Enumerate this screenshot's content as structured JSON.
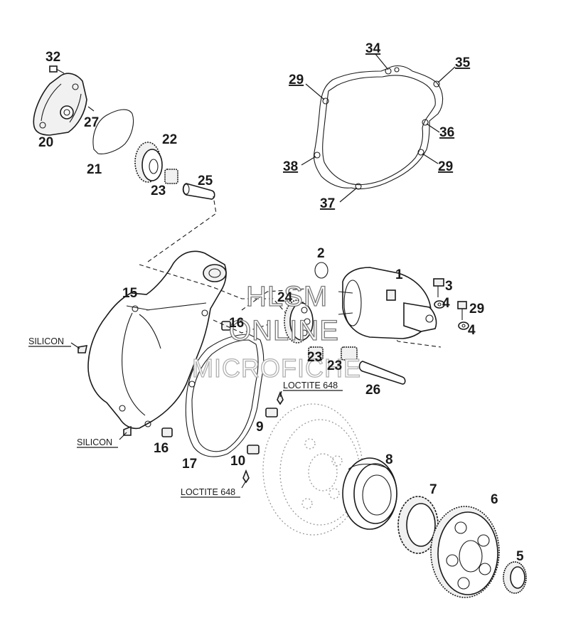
{
  "part_numbers": {
    "n1": "1",
    "n2": "2",
    "n3": "3",
    "n4a": "4",
    "n4b": "4",
    "n5": "5",
    "n6": "6",
    "n7": "7",
    "n8": "8",
    "n9": "9",
    "n10": "10",
    "n15": "15",
    "n16a": "16",
    "n16b": "16",
    "n17": "17",
    "n20": "20",
    "n21": "21",
    "n22": "22",
    "n23a": "23",
    "n23b": "23",
    "n23c": "23",
    "n24": "24",
    "n25": "25",
    "n26": "26",
    "n27": "27",
    "n29a": "29",
    "n29b": "29",
    "n29c": "29",
    "n32": "32",
    "n34": "34",
    "n35": "35",
    "n36": "36",
    "n37": "37",
    "n38": "38"
  },
  "notes": {
    "silicon_top": "SILICON",
    "silicon_bottom": "SILICON",
    "loctite_top": "LOCTITE 648",
    "loctite_bottom": "LOCTITE 648"
  },
  "watermark": {
    "line1": "HLSM",
    "line2": "ONLINE",
    "line3": "MICROFICHE"
  }
}
